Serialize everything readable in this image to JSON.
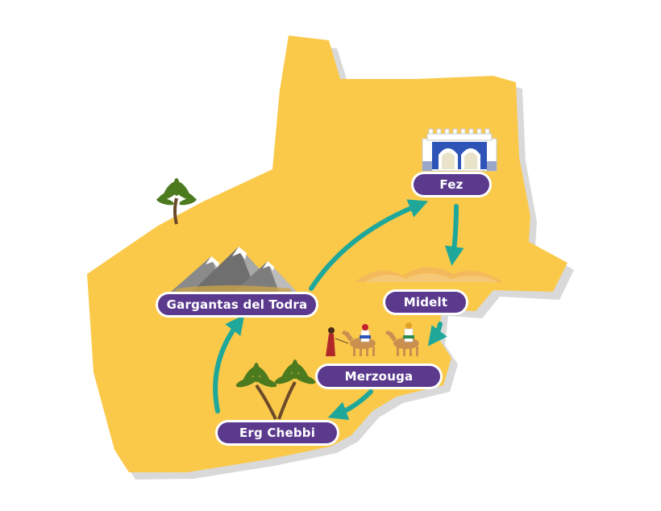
{
  "colors": {
    "background": "#ffffff",
    "land": "#fbc94a",
    "land_shadow": "#d8d8d8",
    "label_pill": "#5b3a8e",
    "label_text": "#ffffff",
    "route_arrow": "#1fa89a",
    "dunes": "#f3b95a"
  },
  "locations": {
    "fez": {
      "name": "Fez",
      "icon": "city-gate-icon"
    },
    "midelt": {
      "name": "Midelt",
      "icon": "dunes-icon"
    },
    "gargantas": {
      "name": "Gargantas del Todra",
      "icon": "mountains-icon"
    },
    "merzouga": {
      "name": "Merzouga",
      "icon": "camel-caravan-icon"
    },
    "erg_chebbi": {
      "name": "Erg Chebbi",
      "icon": "palm-trees-icon"
    }
  },
  "route_order": [
    "Fez",
    "Midelt",
    "Merzouga",
    "Erg Chebbi",
    "Gargantas del Todra",
    "Fez"
  ],
  "decorations": [
    "palm-tree-icon"
  ]
}
